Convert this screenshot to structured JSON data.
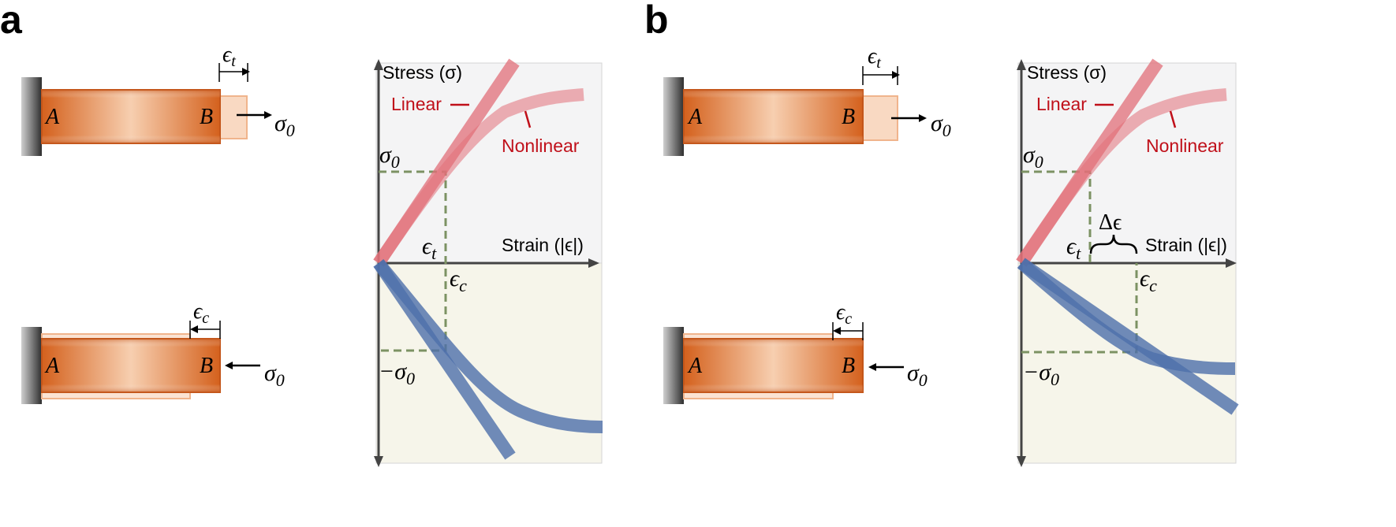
{
  "panels": [
    {
      "letter": "a",
      "tension_bar": {
        "end_a": "A",
        "end_b": "B",
        "strain": "ϵ",
        "strain_sub": "t",
        "stress": "σ",
        "stress_sub": "0"
      },
      "compression_bar": {
        "end_a": "A",
        "end_b": "B",
        "strain": "ϵ",
        "strain_sub": "c",
        "stress": "σ",
        "stress_sub": "0"
      },
      "plot": {
        "y_axis_label": "Stress (σ)",
        "x_axis_label": "Strain (|ϵ|)",
        "linear_label": "Linear",
        "nonlinear_label": "Nonlinear",
        "sigma_pos": "σ",
        "sigma_pos_sub": "0",
        "sigma_neg": "−σ",
        "sigma_neg_sub": "0",
        "eps_t": "ϵ",
        "eps_t_sub": "t",
        "eps_c": "ϵ",
        "eps_c_sub": "c"
      }
    },
    {
      "letter": "b",
      "tension_bar": {
        "end_a": "A",
        "end_b": "B",
        "strain": "ϵ",
        "strain_sub": "t",
        "stress": "σ",
        "stress_sub": "0"
      },
      "compression_bar": {
        "end_a": "A",
        "end_b": "B",
        "strain": "ϵ",
        "strain_sub": "c",
        "stress": "σ",
        "stress_sub": "0"
      },
      "plot": {
        "y_axis_label": "Stress (σ)",
        "x_axis_label": "Strain (|ϵ|)",
        "linear_label": "Linear",
        "nonlinear_label": "Nonlinear",
        "sigma_pos": "σ",
        "sigma_pos_sub": "0",
        "sigma_neg": "−σ",
        "sigma_neg_sub": "0",
        "eps_t": "ϵ",
        "eps_t_sub": "t",
        "eps_c": "ϵ",
        "eps_c_sub": "c",
        "delta_eps": "Δϵ"
      }
    }
  ],
  "colors": {
    "bar_orange": "#d9651f",
    "bar_highlight": "#f6c7a4",
    "tension_curve": "#e26f78",
    "compression_curve": "#4e6faa",
    "dashed_guide": "#7c9263",
    "upper_region": "#f4f4f5",
    "lower_region": "#f6f5ea",
    "label_red": "#c0101a"
  }
}
